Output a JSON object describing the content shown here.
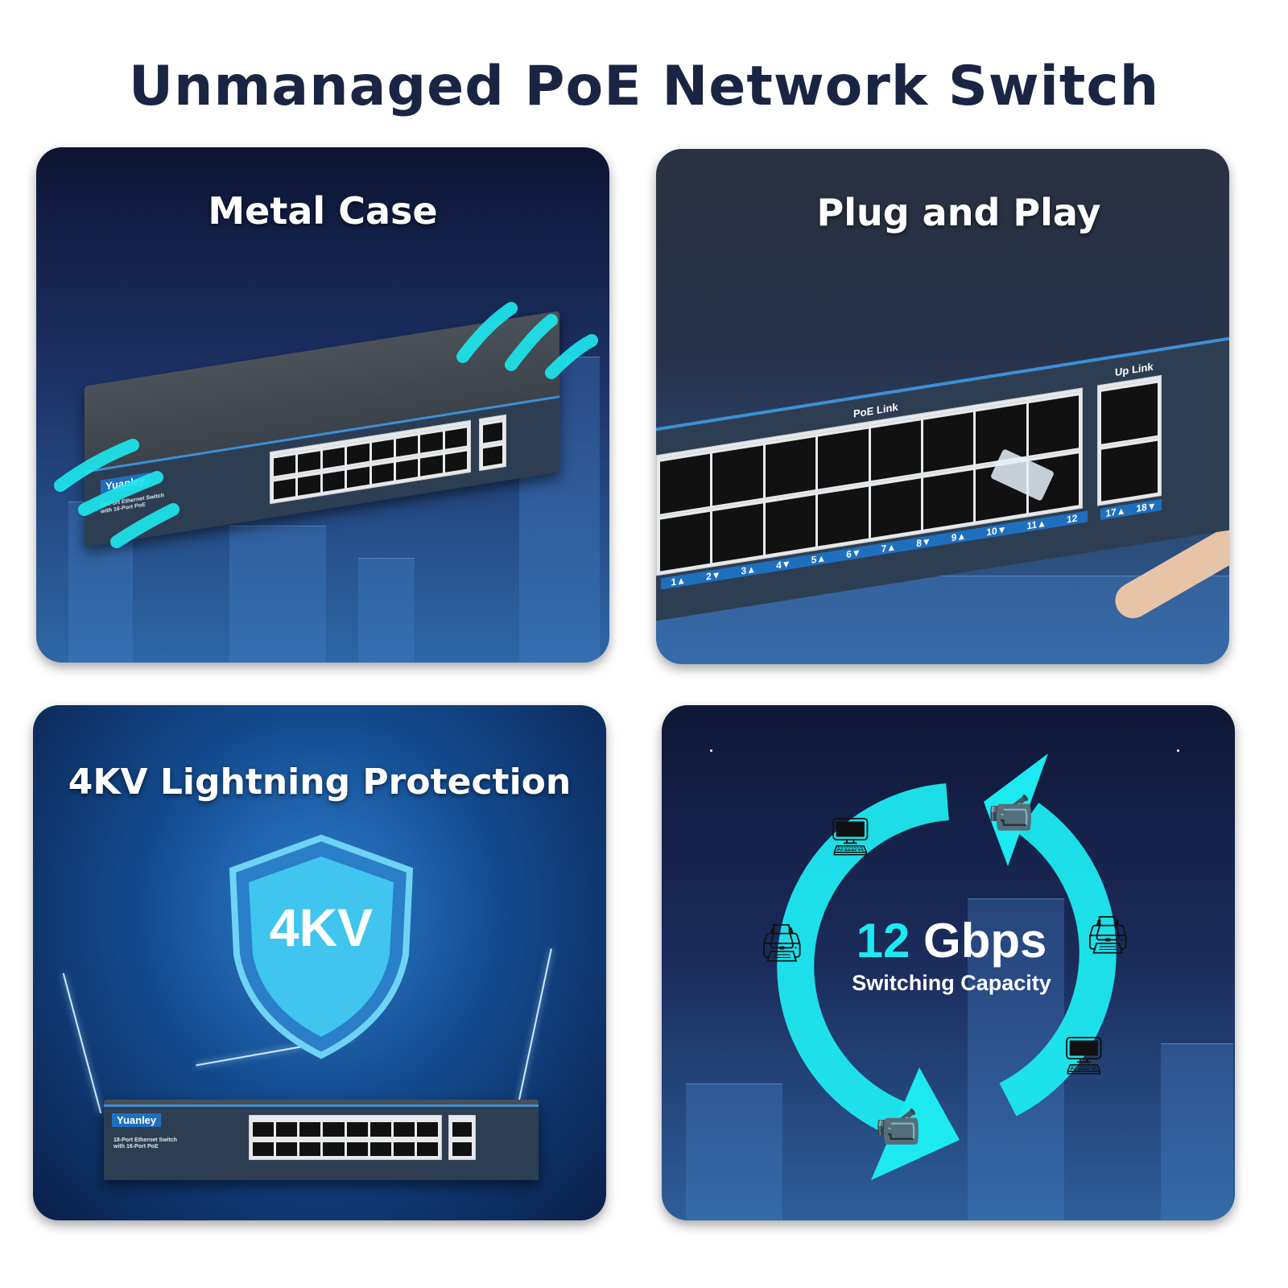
{
  "title": "Unmanaged PoE Network Switch",
  "panels": [
    {
      "title": "Metal Case"
    },
    {
      "title": "Plug and Play"
    },
    {
      "title": "4KV Lightning Protection",
      "shield_text": "4KV"
    },
    {
      "value": "12 Gbps",
      "value_number": "12",
      "value_unit": "Gbps",
      "subtitle": "Switching Capacity"
    }
  ],
  "switch": {
    "brand": "Yuanley",
    "line1": "18-Port Ethernet Switch",
    "line2": "with 16-Port PoE",
    "poe_label": "PoE Link",
    "uplink_label": "Up Link",
    "uplink_ports": [
      "17▲",
      "18▼"
    ],
    "port_labels": [
      "1▲",
      "2▼",
      "3▲",
      "4▼",
      "5▲",
      "6▼",
      "7▲",
      "8▼",
      "9▲",
      "10▼",
      "11▲",
      "12"
    ]
  },
  "colors": {
    "accent": "#1de9f0",
    "title": "#1a2544",
    "panel_dark": "#0f1736"
  },
  "icons": [
    "airflow-arrow-icon",
    "shield-icon",
    "cycle-arrow-icon",
    "monitor-icon",
    "printer-icon",
    "camera-icon"
  ]
}
